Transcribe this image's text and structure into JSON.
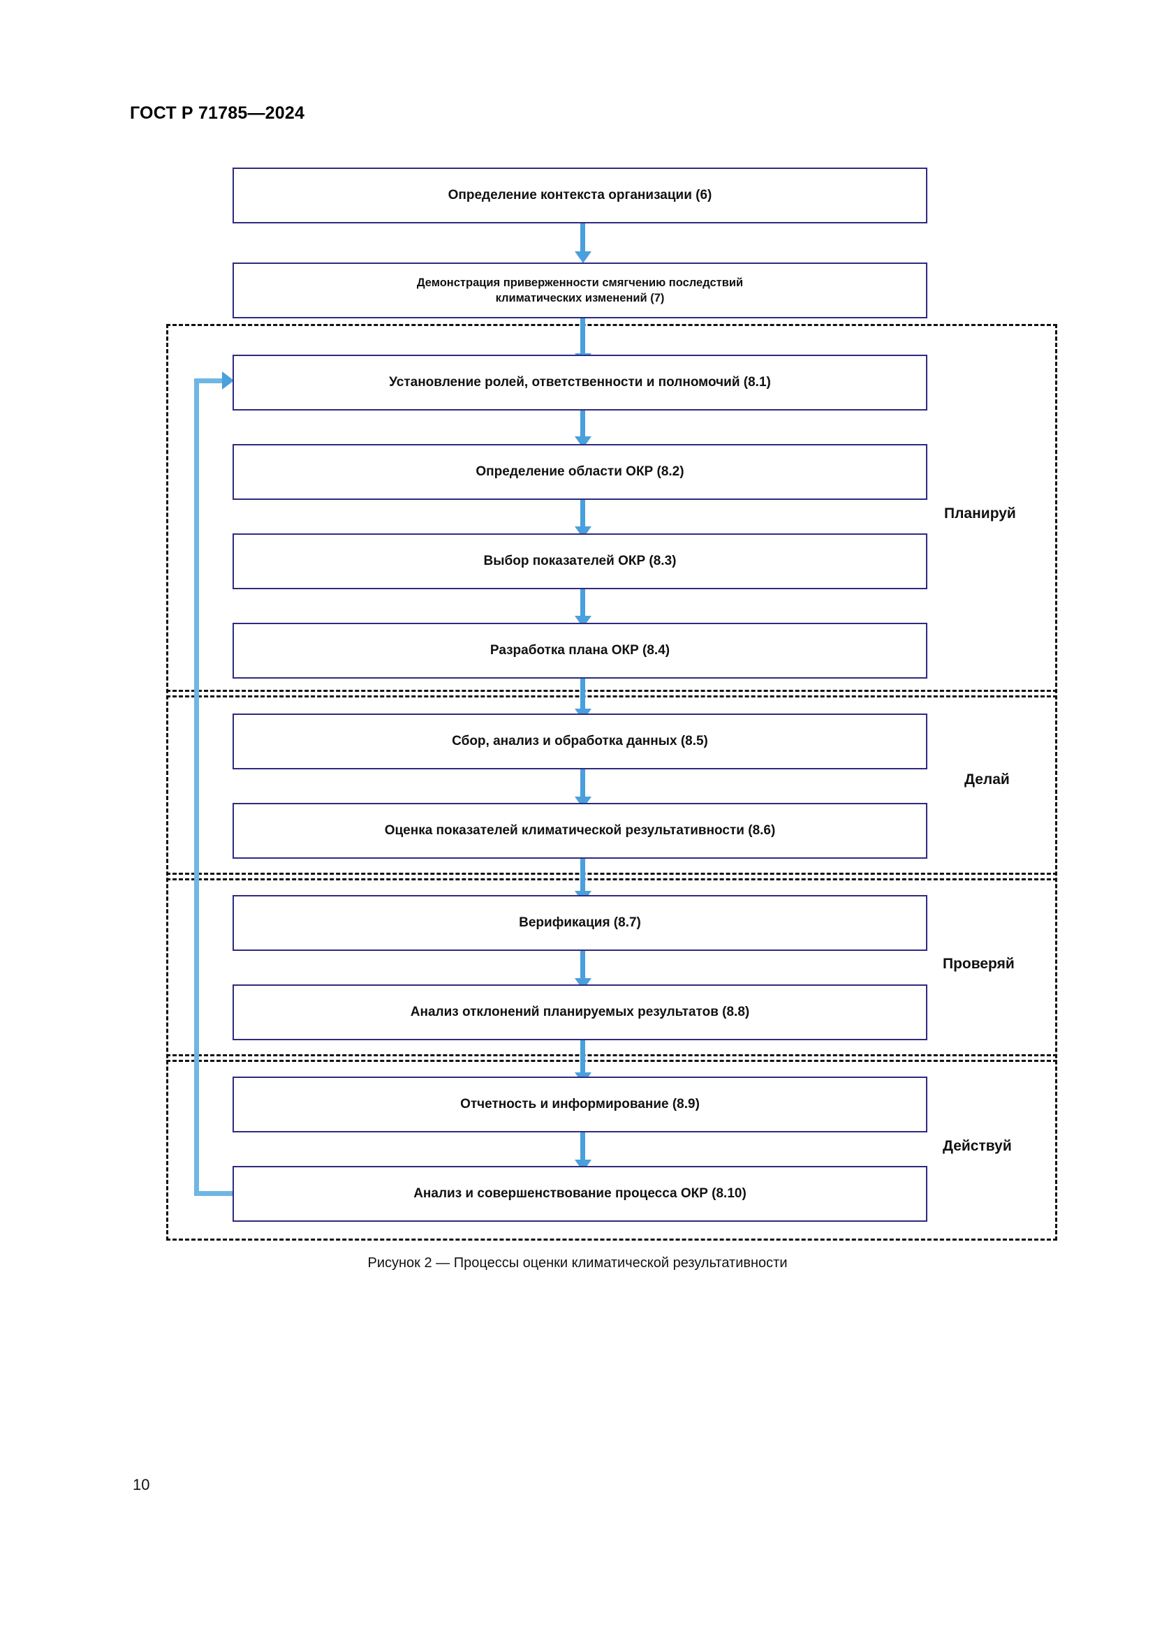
{
  "document": {
    "header": "ГОСТ Р 71785—2024",
    "page_number": "10"
  },
  "figure": {
    "caption": "Рисунок 2 — Процессы оценки климатической результативности",
    "boxes": [
      {
        "id": "ctx",
        "text": "Определение контекста организации (6)"
      },
      {
        "id": "comm",
        "line1": "Демонстрация приверженности смягчению последствий",
        "line2": "климатических изменений (7)"
      },
      {
        "id": "b81",
        "text": "Установление ролей, ответственности и полномочий (8.1)"
      },
      {
        "id": "b82",
        "text": "Определение области ОКР (8.2)"
      },
      {
        "id": "b83",
        "text": "Выбор показателей ОКР (8.3)"
      },
      {
        "id": "b84",
        "text": "Разработка плана ОКР (8.4)"
      },
      {
        "id": "b85",
        "text": "Сбор, анализ и обработка данных (8.5)"
      },
      {
        "id": "b86",
        "text": "Оценка показателей климатической результативности (8.6)"
      },
      {
        "id": "b87",
        "text": "Верификация (8.7)"
      },
      {
        "id": "b88",
        "text": "Анализ отклонений планируемых результатов (8.8)"
      },
      {
        "id": "b89",
        "text": "Отчетность и информирование (8.9)"
      },
      {
        "id": "b810",
        "text": "Анализ и совершенствование процесса ОКР (8.10)"
      }
    ],
    "stages": [
      {
        "id": "plan",
        "label": "Планируй"
      },
      {
        "id": "do",
        "label": "Делай"
      },
      {
        "id": "check",
        "label": "Проверяй"
      },
      {
        "id": "act",
        "label": "Действуй"
      }
    ],
    "colors": {
      "box_border": "#2e2a80",
      "arrow": "#49a0dc",
      "feedback_arrow": "#6fb6e3",
      "dashed_frame": "#111111"
    }
  }
}
